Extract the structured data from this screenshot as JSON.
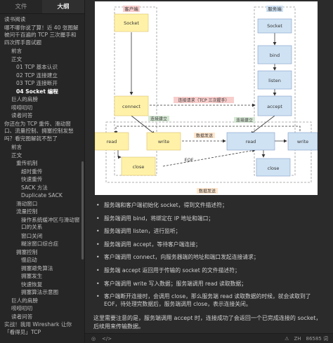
{
  "sidebar": {
    "tabs": [
      {
        "label": "文件",
        "active": false
      },
      {
        "label": "大纲",
        "active": true
      }
    ],
    "outline": [
      {
        "label": "读书阅读",
        "level": 1,
        "active": false
      },
      {
        "label": "哪不哪你说了算！近 40 张图解被问千百遍的 TCP 三次握手和四次挥手面试题",
        "level": 1,
        "active": false
      },
      {
        "label": "前言",
        "level": 2,
        "active": false
      },
      {
        "label": "正文",
        "level": 2,
        "active": false
      },
      {
        "label": "01 TCP 基本认识",
        "level": 3,
        "active": false
      },
      {
        "label": "02 TCP 连接建立",
        "level": 3,
        "active": false
      },
      {
        "label": "03 TCP 连接断开",
        "level": 3,
        "active": false
      },
      {
        "label": "04 Socket 编程",
        "level": 3,
        "active": true
      },
      {
        "label": "巨人的肩膀",
        "level": 2,
        "active": false
      },
      {
        "label": "唠唠叨叨",
        "level": 2,
        "active": false
      },
      {
        "label": "读者问答",
        "level": 2,
        "active": false
      },
      {
        "label": "你还在为 TCP 重传、滑动窗口、流量控制、拥塞控制发愁吗？看完图解就不愁了",
        "level": 1,
        "active": false
      },
      {
        "label": "前言",
        "level": 2,
        "active": false
      },
      {
        "label": "正文",
        "level": 2,
        "active": false
      },
      {
        "label": "重传机制",
        "level": 3,
        "active": false
      },
      {
        "label": "超时重传",
        "level": 4,
        "active": false
      },
      {
        "label": "快速重传",
        "level": 4,
        "active": false
      },
      {
        "label": "SACK 方法",
        "level": 4,
        "active": false
      },
      {
        "label": "Duplicate SACK",
        "level": 4,
        "active": false
      },
      {
        "label": "滑动窗口",
        "level": 3,
        "active": false
      },
      {
        "label": "流量控制",
        "level": 3,
        "active": false
      },
      {
        "label": "操作系统缓冲区与滑动窗口的关系",
        "level": 4,
        "active": false
      },
      {
        "label": "窗口关闭",
        "level": 4,
        "active": false
      },
      {
        "label": "糊涂窗口综合症",
        "level": 4,
        "active": false
      },
      {
        "label": "拥塞控制",
        "level": 3,
        "active": false
      },
      {
        "label": "慢启动",
        "level": 4,
        "active": false
      },
      {
        "label": "拥塞避免算法",
        "level": 4,
        "active": false
      },
      {
        "label": "拥塞发生",
        "level": 4,
        "active": false
      },
      {
        "label": "快速恢复",
        "level": 4,
        "active": false
      },
      {
        "label": "拥塞算法示意图",
        "level": 4,
        "active": false
      },
      {
        "label": "巨人的肩膀",
        "level": 2,
        "active": false
      },
      {
        "label": "唠唠叨叨",
        "level": 2,
        "active": false
      },
      {
        "label": "读者问答",
        "level": 2,
        "active": false
      },
      {
        "label": "实战！我用 Wireshark 让你「看得见」TCP",
        "level": 1,
        "active": false
      }
    ]
  },
  "figure": {
    "client_label": "客户端",
    "server_label": "服务端",
    "nodes": {
      "c_socket": "Socket",
      "s_socket": "Socket",
      "bind": "bind",
      "listen": "listen",
      "connect": "connect",
      "accept": "accept",
      "c_read": "read",
      "c_write": "write",
      "s_read": "read",
      "s_write": "write",
      "c_close": "close",
      "s_close": "close"
    },
    "edge_labels": {
      "connect_request": "连接请求（TCP 三次握手）",
      "conn_est_client": "连接建立",
      "conn_est_server": "连接建立",
      "send_data_top": "数据发送",
      "send_data_bottom": "数据发送",
      "eof": "EOF"
    }
  },
  "content": {
    "bullets": [
      "服务端和客户端初始化 socket，得到文件描述符；",
      "服务端调用 bind，将绑定在 IP 地址和端口；",
      "服务端调用 listen，进行监听；",
      "服务端调用 accept，等待客户端连接；",
      "客户端调用 connect，向服务器端的地址和端口发起连接请求；",
      "服务端 accept 返回用于传输的 socket 的文件描述符；",
      "客户端调用 write 写入数据；服务端调用 read 读取数据；",
      "客户端断开连接时，会调用 close，那么服务端 read 读取数据的时候，就会读取到了 EOF，待处理完数据后，服务端调用 close，表示连接关闭。"
    ],
    "paragraph": "这里需要注意的是，服务端调用 accept 时，连接成功了会返回一个已完成连接的 socket，后续用来传输数据。"
  },
  "statusbar": {
    "lang": "ZH",
    "words": "86585 词"
  },
  "colors": {
    "yellow_node": "#fff2a8",
    "blue_node": "#cfe2f3",
    "red_label": "#f8cecc",
    "green_label": "#d5e8d4",
    "orange_label": "#ffe6cc"
  }
}
